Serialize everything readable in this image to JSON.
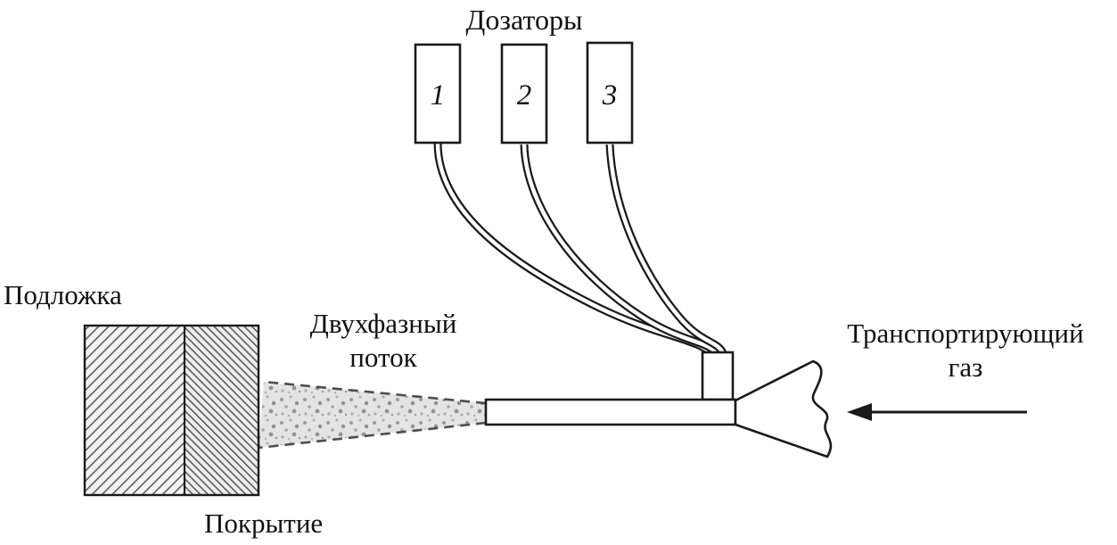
{
  "diagram": {
    "title": "Дозаторы",
    "dosers": [
      "1",
      "2",
      "3"
    ],
    "labels": {
      "substrate": "Подложка",
      "coating": "Покрытие",
      "two_phase_flow_line1": "Двухфазный",
      "two_phase_flow_line2": "поток",
      "transport_gas_line1": "Транспортирующий",
      "transport_gas_line2": "газ"
    },
    "colors": {
      "ink": "#1a1a1a",
      "background": "#ffffff",
      "spray_fill": "#e4e4e4"
    }
  }
}
